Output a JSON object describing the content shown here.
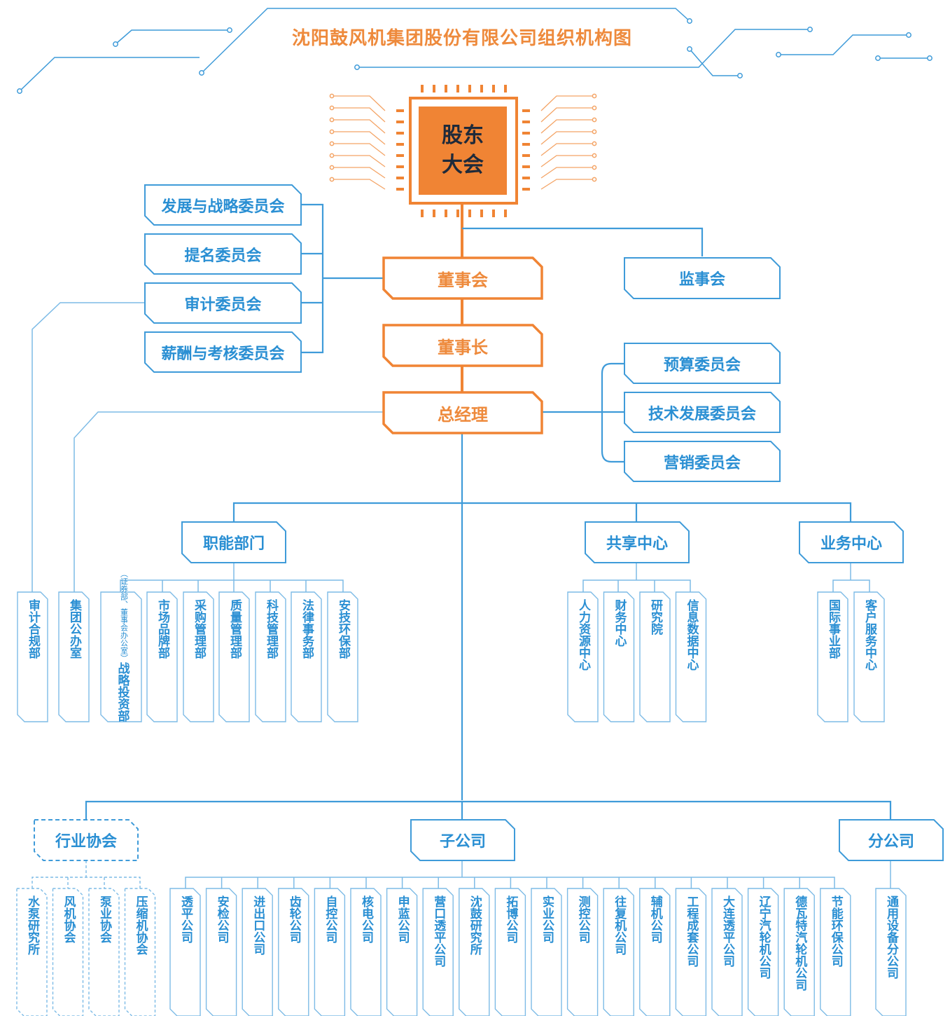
{
  "title": "沈阳鼓风机集团股份有限公司组织机构图",
  "colors": {
    "primary_blue": "#2a8fd3",
    "accent_orange": "#f08434",
    "line_blue": "#4aa3de"
  },
  "top": {
    "shareholders": [
      "股东",
      "大会"
    ],
    "board": "董事会",
    "chairman": "董事长",
    "gm": "总经理",
    "supervisory": "监事会"
  },
  "board_committees": [
    "发展与战略委员会",
    "提名委员会",
    "审计委员会",
    "薪酬与考核委员会"
  ],
  "gm_committees": [
    "预算委员会",
    "技术发展委员会",
    "营销委员会"
  ],
  "groups": {
    "functional": "职能部门",
    "shared": "共享中心",
    "business": "业务中心",
    "association": "行业协会",
    "subsidiary": "子公司",
    "branch": "分公司"
  },
  "functional_depts": [
    {
      "label": "审计合规部"
    },
    {
      "label": "集团公办室"
    },
    {
      "label": "战略投资部",
      "sub": "（证券部、董事会办公室）"
    },
    {
      "label": "市场品牌部"
    },
    {
      "label": "采购管理部"
    },
    {
      "label": "质量管理部"
    },
    {
      "label": "科技管理部"
    },
    {
      "label": "法律事务部"
    },
    {
      "label": "安技环保部"
    }
  ],
  "shared_units": [
    "人力资源中心",
    "财务中心",
    "研究院",
    "信息数据中心"
  ],
  "business_units": [
    "国际事业部",
    "客户服务中心"
  ],
  "associations": [
    "水泵研究所",
    "风机协会",
    "泵业协会",
    "压缩机协会"
  ],
  "subsidiaries": [
    "透平公司",
    "安检公司",
    "进出口公司",
    "齿轮公司",
    "自控公司",
    "核电公司",
    "申蓝公司",
    "营口透平公司",
    "沈鼓研究所",
    "拓博公司",
    "实业公司",
    "测控公司",
    "往复机公司",
    "辅机公司",
    "工程成套公司",
    "大连透平公司",
    "辽宁汽轮机公司",
    "德瓦特汽轮机公司",
    "节能环保公司"
  ],
  "branches": [
    "通用设备分公司"
  ]
}
